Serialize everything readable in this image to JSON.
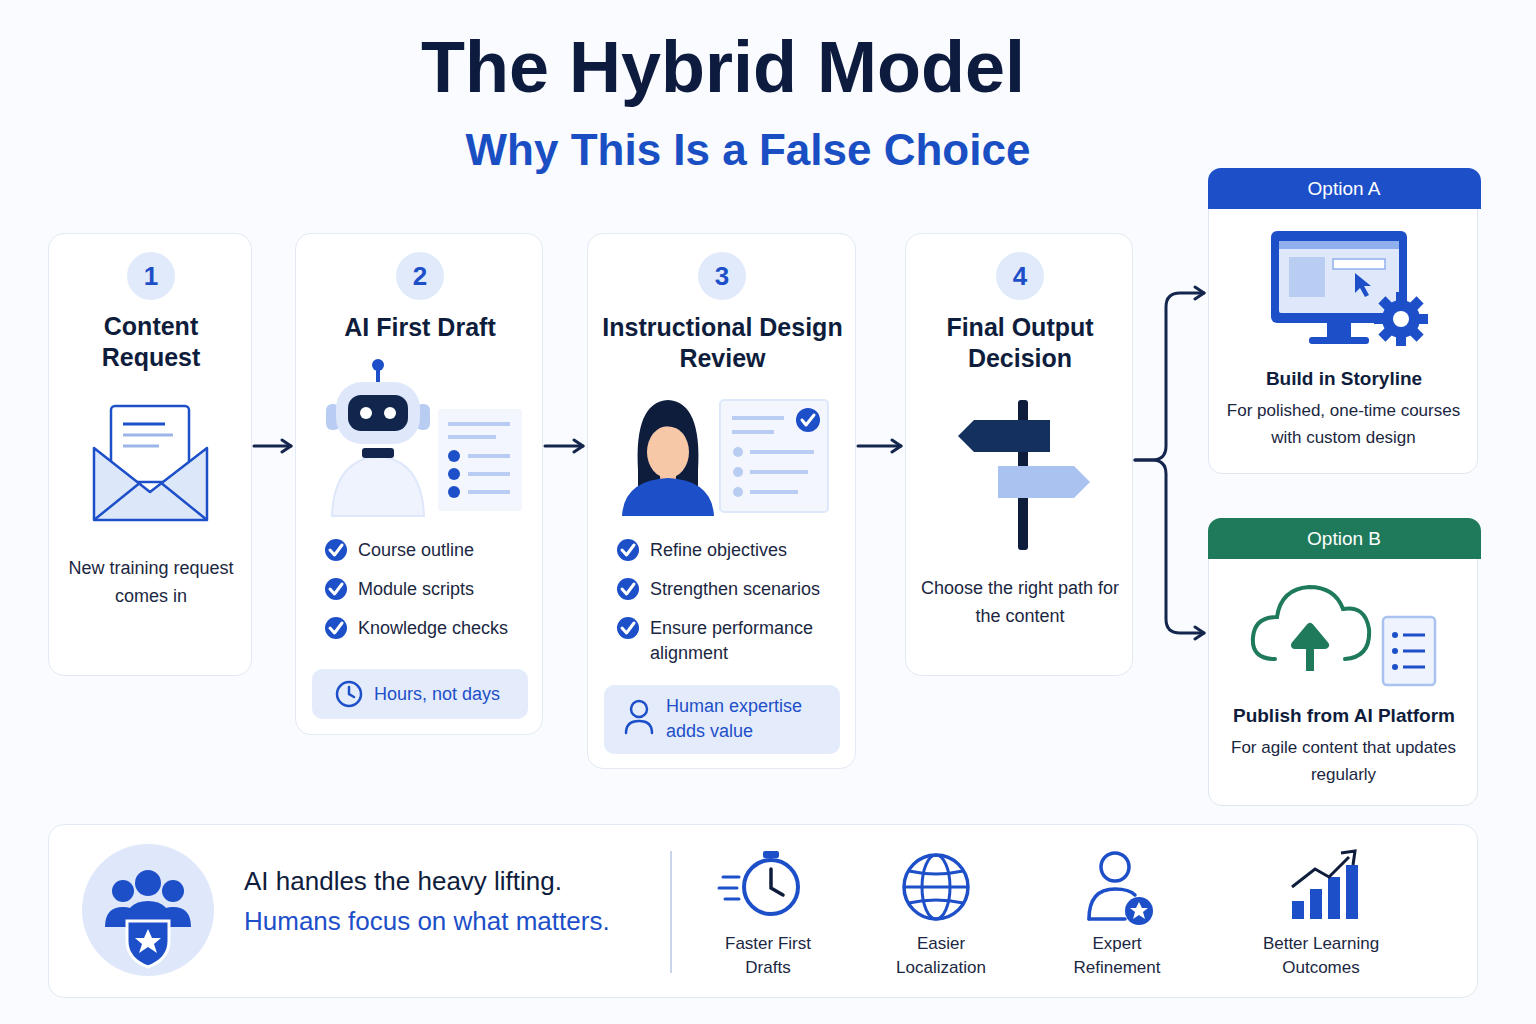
{
  "diagram": {
    "title": "The Hybrid Model",
    "nodes": [
      {
        "text": [
          "Content Request",
          "New training request comes in"
        ]
      },
      {
        "text": [
          "1"
        ],
        "in": 0
      },
      {
        "text": [
          "AI First Draft",
          "Course outline",
          "Module scripts",
          "Knowledge checks"
        ]
      },
      {
        "text": [
          "2"
        ],
        "in": 2
      },
      {
        "text": [
          "Hours, not days"
        ],
        "in": 2
      },
      {
        "text": [
          "Instructional Design Review",
          "Refine objectives",
          "Strengthen scenarios",
          "Ensure performance alignment"
        ]
      },
      {
        "text": [
          "3"
        ],
        "in": 5
      },
      {
        "text": [
          "Human expertise adds value"
        ],
        "in": 5
      },
      {
        "text": [
          "Final Output Decision",
          "Choose the right path for the content"
        ]
      },
      {
        "text": [
          "4"
        ],
        "in": 8
      },
      {
        "text": [
          "Build in Storyline",
          "For polished, one-time courses with custom design"
        ]
      },
      {
        "text": [
          "Option A"
        ],
        "in": 10
      },
      {
        "text": [
          "Publish from AI Platform",
          "For agile content that updates regularly"
        ]
      },
      {
        "text": [
          "Option B"
        ],
        "in": 12
      },
      {
        "text": [
          "AI handles the heavy lifting.",
          "Humans focus on what matters.",
          "Faster First Drafts",
          "Easier Localization",
          "Expert Refinement",
          "Better Learning Outcomes"
        ]
      }
    ],
    "edges": [
      {
        "from": 0,
        "to": 2,
        "arrow": "to"
      },
      {
        "from": 2,
        "to": 5,
        "arrow": "to"
      },
      {
        "from": 5,
        "to": 8,
        "arrow": "to"
      },
      {
        "from": 8,
        "to": 10,
        "arrow": "to"
      },
      {
        "from": 8,
        "to": 12,
        "arrow": "to"
      }
    ],
    "labels": [
      "Why This Is a False Choice"
    ]
  }
}
